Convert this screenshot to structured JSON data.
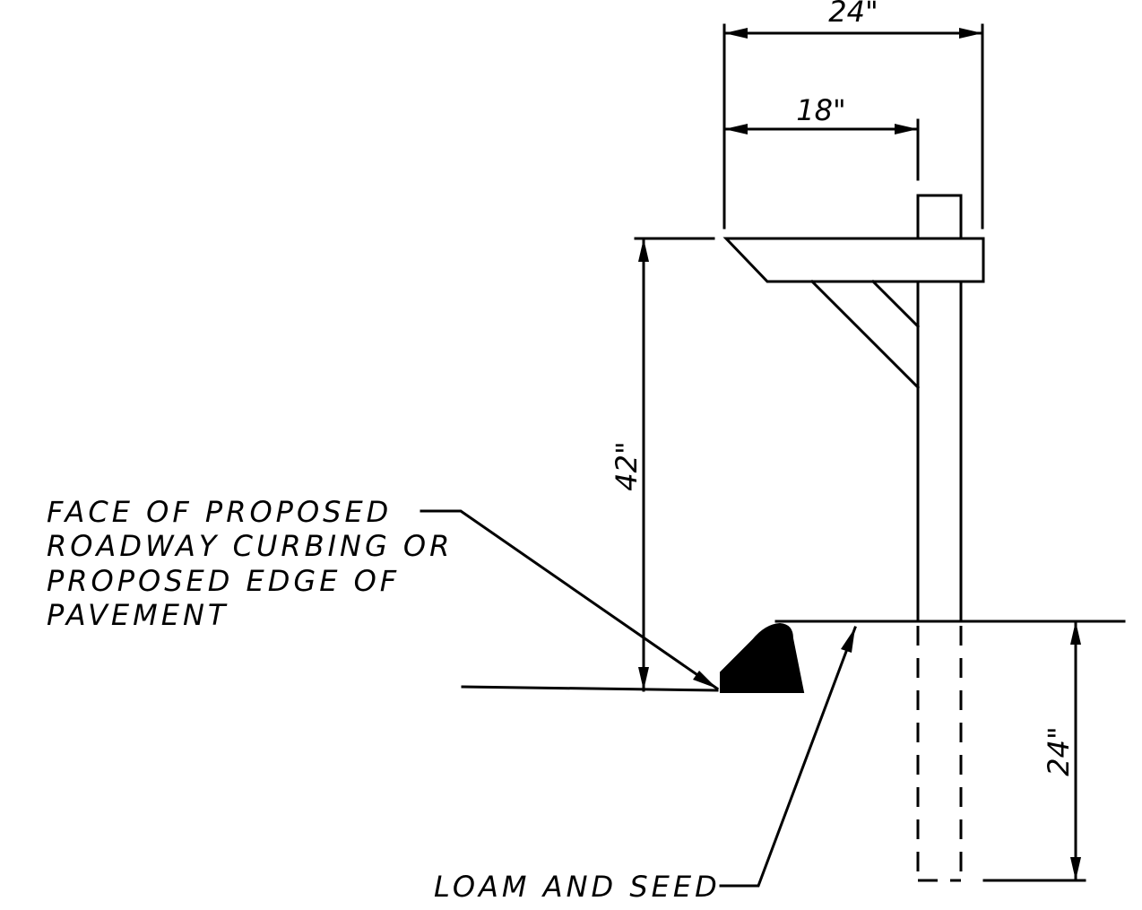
{
  "dimensions": {
    "top_width": "24\"",
    "arm_width": "18\"",
    "height_above_ground": "42\"",
    "embed_depth": "24\""
  },
  "labels": {
    "curb_note": [
      "FACE OF PROPOSED",
      "ROADWAY CURBING OR",
      "PROPOSED EDGE OF",
      "PAVEMENT"
    ],
    "ground_note": "LOAM AND SEED"
  }
}
